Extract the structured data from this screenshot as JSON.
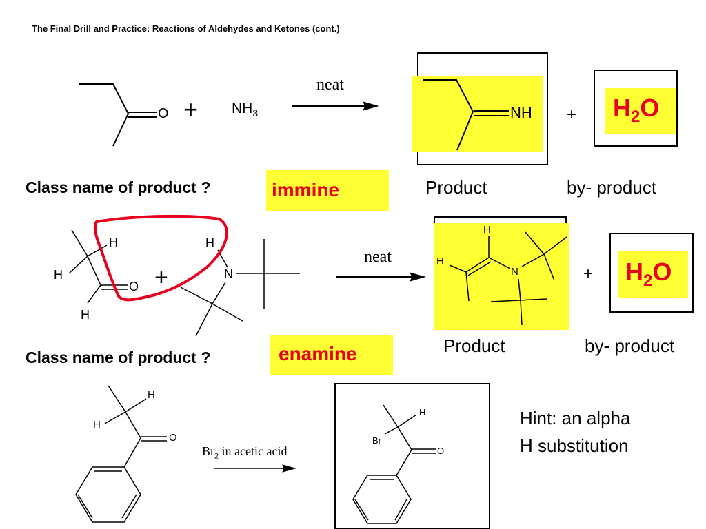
{
  "slide": {
    "title": "The Final Drill and Practice: Reactions of Aldehydes and Ketones (cont.)"
  },
  "reaction1": {
    "plus": "+",
    "reagent": "NH",
    "reagent_sub": "3",
    "condition": "neat",
    "by_product_plus": "+",
    "product_atom_label": "NH",
    "question": "Class name of product ?",
    "answer": "immine",
    "product_label": "Product",
    "by_product_label": "by- product",
    "by_product_main": "H",
    "by_product_sub": "2",
    "by_product_end": "O"
  },
  "reaction2": {
    "plus": "+",
    "condition": "neat",
    "by_product_plus": "+",
    "question": "Class name of product ?",
    "answer": "enamine",
    "product_label": "Product",
    "by_product_label": "by- product",
    "by_product_main": "H",
    "by_product_sub": "2",
    "by_product_end": "O"
  },
  "reaction3": {
    "condition_main": "Br",
    "condition_sub": "2",
    "condition_rest": " in acetic acid",
    "hint_line1": "Hint: an alpha",
    "hint_line2": "H substitution"
  },
  "atoms": {
    "O": "O",
    "H": "H",
    "N": "N",
    "Br": "Br"
  },
  "colors": {
    "highlight": "#ffff33",
    "answer_red": "#e8001c",
    "circle_red": "#e8001c"
  }
}
